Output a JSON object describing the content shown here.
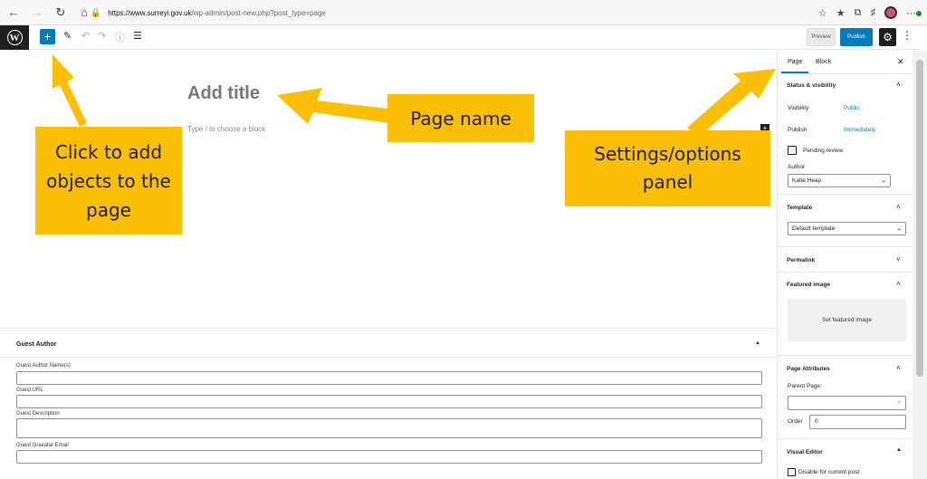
{
  "browser": {
    "url_domain": "https://www.surreyi.gov.uk",
    "url_path": "/wp-admin/post-new.php?post_type=page"
  },
  "toolbar": {
    "add_block_symbol": "+",
    "preview_label": "Preview",
    "publish_label": "Publish"
  },
  "editor": {
    "title_placeholder": "Add title",
    "block_placeholder": "Type / to choose a block"
  },
  "metabox": {
    "title": "Guest Author",
    "fields": [
      {
        "label": "Guest Author Name(s)"
      },
      {
        "label": "Guest URL"
      },
      {
        "label": "Guest Description"
      },
      {
        "label": "Guest Gravatar Email"
      }
    ]
  },
  "sidebar": {
    "tabs": [
      {
        "label": "Page"
      },
      {
        "label": "Block"
      }
    ],
    "status": {
      "title": "Status & visibility",
      "visibility_label": "Visibility",
      "visibility_value": "Public",
      "publish_label": "Publish",
      "publish_value": "Immediately",
      "pending_label": "Pending review",
      "author_label": "Author",
      "author_value": "Katie.Heap"
    },
    "template": {
      "title": "Template",
      "value": "Default template"
    },
    "permalink": {
      "title": "Permalink"
    },
    "featured_image": {
      "title": "Featured image",
      "button": "Set featured image"
    },
    "page_attributes": {
      "title": "Page Attributes",
      "parent_label": "Parent Page:",
      "order_label": "Order",
      "order_value": "0"
    },
    "visual_editor": {
      "title": "Visual Editor",
      "checkbox_label": "Disable for current post"
    }
  },
  "annotations": {
    "add_objects": "Click to add objects to the page",
    "page_name": "Page name",
    "settings_panel": "Settings/options panel"
  }
}
